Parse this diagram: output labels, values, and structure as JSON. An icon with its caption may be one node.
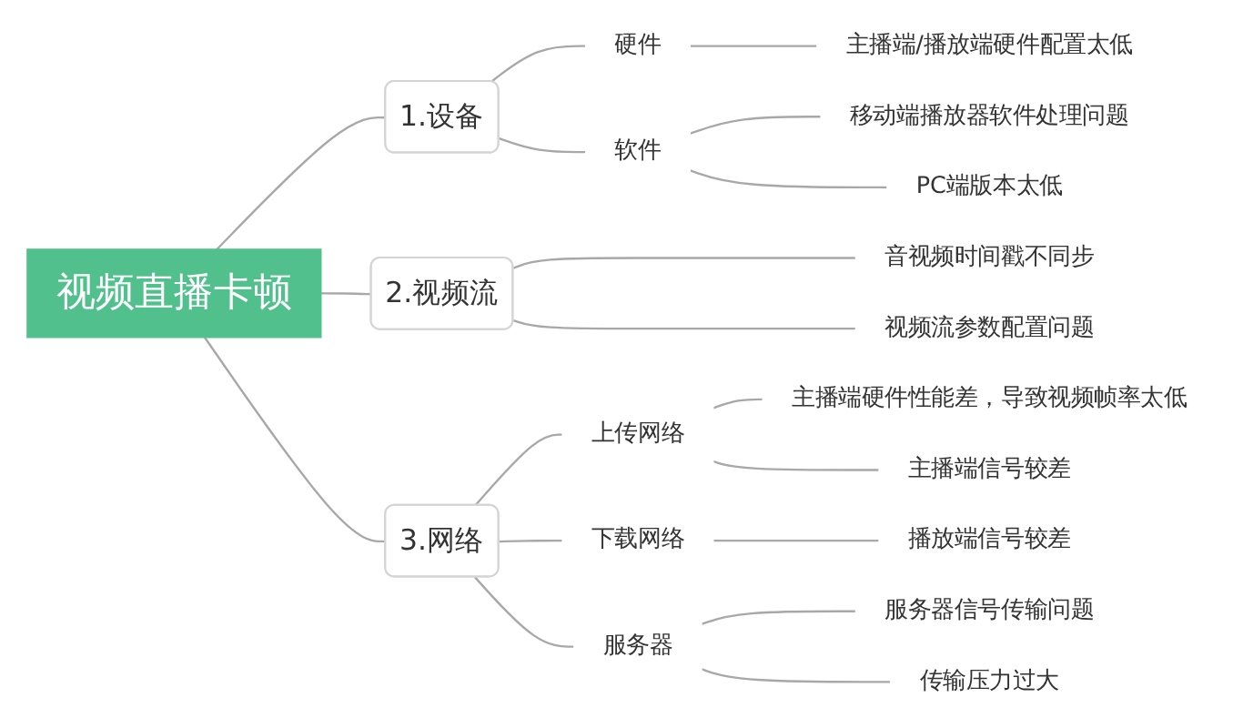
{
  "diagram": {
    "nodes": [
      {
        "text": [
          "视频直播卡顿"
        ]
      },
      {
        "text": [
          "1.设备"
        ]
      },
      {
        "text": [
          "硬件"
        ]
      },
      {
        "text": [
          "主播端/播放端硬件配置太低"
        ]
      },
      {
        "text": [
          "软件"
        ]
      },
      {
        "text": [
          "移动端播放器软件处理问题"
        ]
      },
      {
        "text": [
          "PC端版本太低"
        ]
      },
      {
        "text": [
          "2.视频流"
        ]
      },
      {
        "text": [
          "音视频时间戳不同步"
        ]
      },
      {
        "text": [
          "视频流参数配置问题"
        ]
      },
      {
        "text": [
          "3.网络"
        ]
      },
      {
        "text": [
          "上传网络"
        ]
      },
      {
        "text": [
          "主播端硬件性能差，导致视频帧率太低"
        ]
      },
      {
        "text": [
          "主播端信号较差"
        ]
      },
      {
        "text": [
          "下载网络"
        ]
      },
      {
        "text": [
          "播放端信号较差"
        ]
      },
      {
        "text": [
          "服务器"
        ]
      },
      {
        "text": [
          "服务器信号传输问题"
        ]
      },
      {
        "text": [
          "传输压力过大"
        ]
      }
    ],
    "edges": [
      {
        "from": 0,
        "to": 1,
        "arrow": "none"
      },
      {
        "from": 1,
        "to": 2,
        "arrow": "none"
      },
      {
        "from": 2,
        "to": 3,
        "arrow": "none"
      },
      {
        "from": 1,
        "to": 4,
        "arrow": "none"
      },
      {
        "from": 4,
        "to": 5,
        "arrow": "none"
      },
      {
        "from": 4,
        "to": 6,
        "arrow": "none"
      },
      {
        "from": 0,
        "to": 7,
        "arrow": "none"
      },
      {
        "from": 7,
        "to": 8,
        "arrow": "none"
      },
      {
        "from": 7,
        "to": 9,
        "arrow": "none"
      },
      {
        "from": 0,
        "to": 10,
        "arrow": "none"
      },
      {
        "from": 10,
        "to": 11,
        "arrow": "none"
      },
      {
        "from": 11,
        "to": 12,
        "arrow": "none"
      },
      {
        "from": 11,
        "to": 13,
        "arrow": "none"
      },
      {
        "from": 10,
        "to": 14,
        "arrow": "none"
      },
      {
        "from": 14,
        "to": 15,
        "arrow": "none"
      },
      {
        "from": 10,
        "to": 16,
        "arrow": "none"
      },
      {
        "from": 16,
        "to": 17,
        "arrow": "none"
      },
      {
        "from": 16,
        "to": 18,
        "arrow": "none"
      }
    ]
  }
}
